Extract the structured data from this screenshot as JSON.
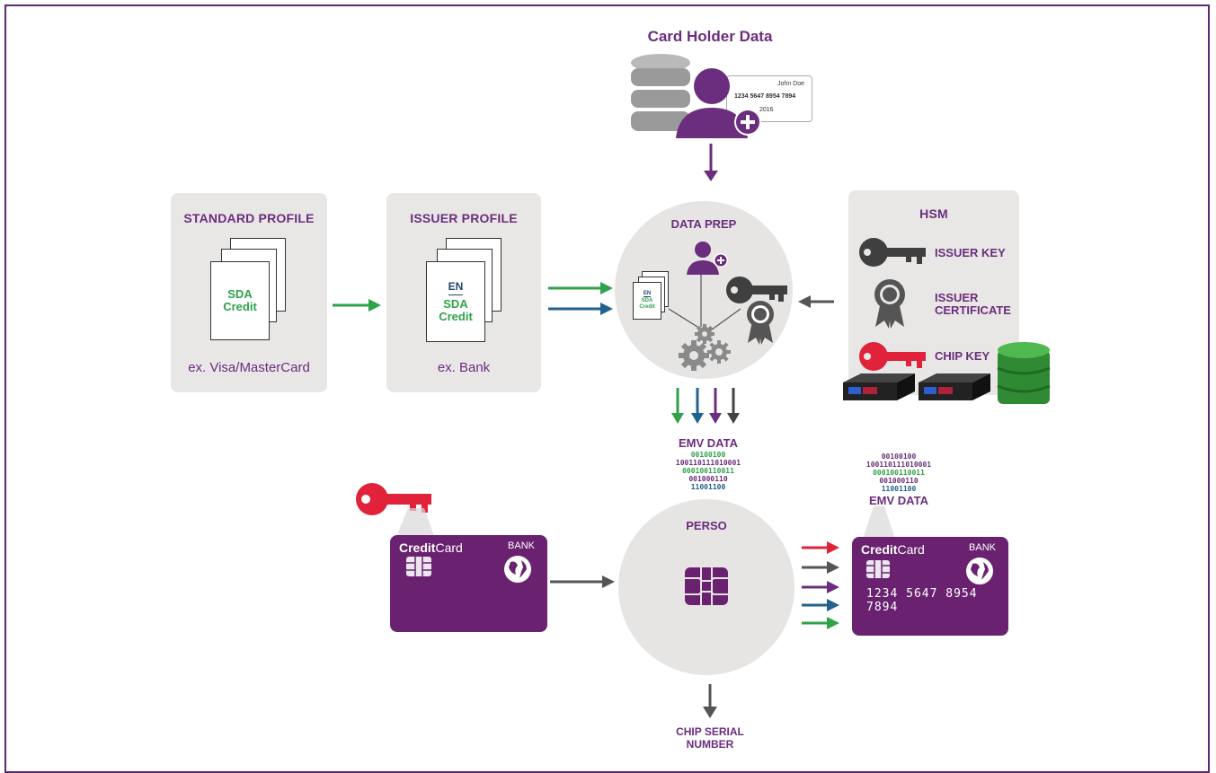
{
  "card_holder": {
    "title": "Card Holder Data",
    "card_name": "John Doe",
    "card_number": "1234 5647 8954 7894",
    "card_exp": "2016"
  },
  "standard_profile": {
    "title": "STANDARD PROFILE",
    "doc_line1": "SDA",
    "doc_line2": "Credit",
    "caption": "ex. Visa/MasterCard"
  },
  "issuer_profile": {
    "title": "ISSUER PROFILE",
    "doc_lang": "EN",
    "doc_line1": "SDA",
    "doc_line2": "Credit",
    "caption": "ex. Bank"
  },
  "data_prep": {
    "title": "DATA PREP",
    "doc_lang": "EN",
    "doc_line1": "SDA",
    "doc_line2": "Credit"
  },
  "hsm": {
    "title": "HSM",
    "issuer_key": "ISSUER KEY",
    "issuer_certificate_1": "ISSUER",
    "issuer_certificate_2": "CERTIFICATE",
    "chip_key": "CHIP KEY"
  },
  "emv_data_top": {
    "title": "EMV DATA",
    "lines": [
      "00100100",
      "100110111010001",
      "000100110011",
      "001000110",
      "11001100"
    ]
  },
  "emv_data_right": {
    "title": "EMV DATA",
    "lines": [
      "00100100",
      "100110111010001",
      "000100110011",
      "001000110",
      "11001100"
    ]
  },
  "perso": {
    "title": "PERSO"
  },
  "chip_serial": {
    "line1": "CHIP SERIAL",
    "line2": "NUMBER"
  },
  "blank_card": {
    "brand_bold": "Credit",
    "brand_rest": "Card",
    "bank": "BANK"
  },
  "final_card": {
    "brand_bold": "Credit",
    "brand_rest": "Card",
    "bank": "BANK",
    "number": "1234 5647 8954 7894"
  },
  "colors": {
    "purple": "#6b2d7d",
    "green": "#2fa24a",
    "blue": "#22628f",
    "red": "#e0223a",
    "gray": "#555555"
  },
  "icons": [
    "database-icon",
    "person-add-icon",
    "key-icon",
    "certificate-icon",
    "gear-icon",
    "chip-icon",
    "globe-icon",
    "hsm-device-icon"
  ]
}
